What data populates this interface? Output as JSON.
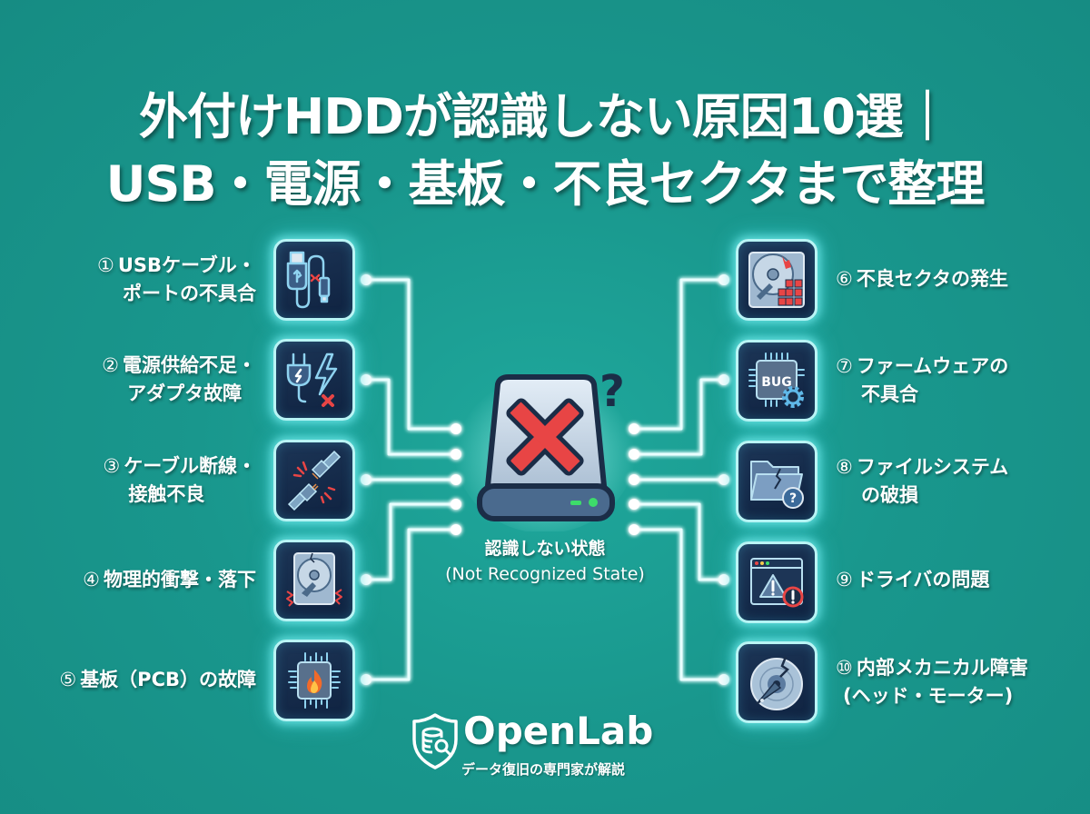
{
  "header": {
    "title_line1": "外付けHDDが認識しない原因10選｜",
    "title_line2": "USB・電源・基板・不良セクタまで整理"
  },
  "center": {
    "icon": "hdd-not-recognized-icon",
    "label_ja": "認識しない状態",
    "label_en": "(Not Recognized State)"
  },
  "causes_left": [
    {
      "num": "①",
      "line1": "USBケーブル・",
      "line2": "ポートの不具合",
      "icon": "usb-cable-icon"
    },
    {
      "num": "②",
      "line1": "電源供給不足・",
      "line2": "アダプタ故障",
      "icon": "power-plug-icon"
    },
    {
      "num": "③",
      "line1": "ケーブル断線・",
      "line2": "接触不良",
      "icon": "broken-cable-icon"
    },
    {
      "num": "④",
      "line1": "物理的衝撃・落下",
      "line2": "",
      "icon": "cracked-hdd-icon"
    },
    {
      "num": "⑤",
      "line1": "基板（PCB）の故障",
      "line2": "",
      "icon": "burning-chip-icon"
    }
  ],
  "causes_right": [
    {
      "num": "⑥",
      "line1": "不良セクタの発生",
      "line2": "",
      "icon": "bad-sector-icon"
    },
    {
      "num": "⑦",
      "line1": "ファームウェアの",
      "line2": "不具合",
      "icon": "firmware-bug-icon"
    },
    {
      "num": "⑧",
      "line1": "ファイルシステム",
      "line2": "の破損",
      "icon": "broken-folder-icon"
    },
    {
      "num": "⑨",
      "line1": "ドライバの問題",
      "line2": "",
      "icon": "driver-warning-icon"
    },
    {
      "num": "⑩",
      "line1": "内部メカニカル障害",
      "line2": "(ヘッド・モーター)",
      "icon": "broken-platter-icon"
    }
  ],
  "brand": {
    "name": "OpenLab",
    "tagline": "データ復旧の専門家が解説",
    "icon": "shield-database-search-icon"
  },
  "colors": {
    "background": "#19978d",
    "box_fill": "#132a4a",
    "glow": "#b9f5f5",
    "alert_red": "#e84545",
    "led_green": "#3ddc6a"
  }
}
